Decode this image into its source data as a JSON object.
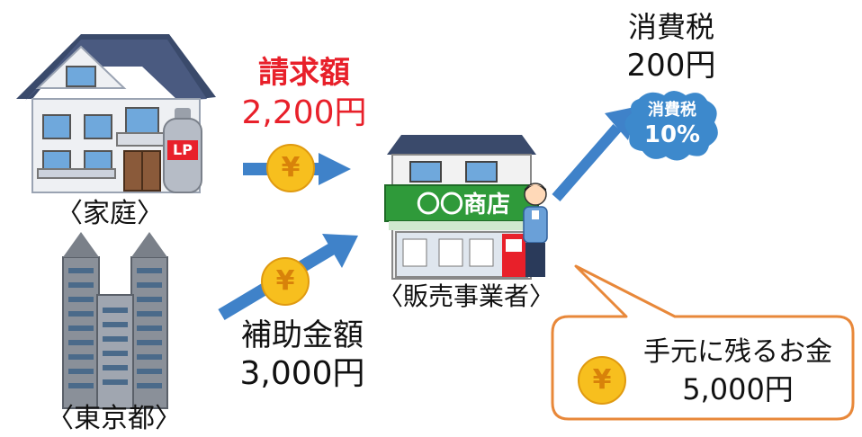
{
  "household": {
    "label": "〈家庭〉",
    "gas_mark": "LP"
  },
  "tokyo": {
    "label": "〈東京都〉"
  },
  "store": {
    "label": "〈販売事業者〉",
    "sign": "〇〇商店"
  },
  "invoice": {
    "title": "請求額",
    "amount": "2,200円"
  },
  "subsidy": {
    "title": "補助金額",
    "amount": "3,000円"
  },
  "tax": {
    "title": "消費税",
    "amount": "200円",
    "badge_top": "消費税",
    "badge_bottom": "10%"
  },
  "remaining": {
    "title": "手元に残るお金",
    "amount": "5,000円"
  },
  "coin": {
    "symbol": "¥"
  },
  "colors": {
    "arrow": "#3f82c9",
    "coin": "#f7bf1e",
    "bubble_border": "#e8883a",
    "accent_red": "#e8202a",
    "roof": "#3a4a6b",
    "store_sign": "#2f9a3a"
  }
}
